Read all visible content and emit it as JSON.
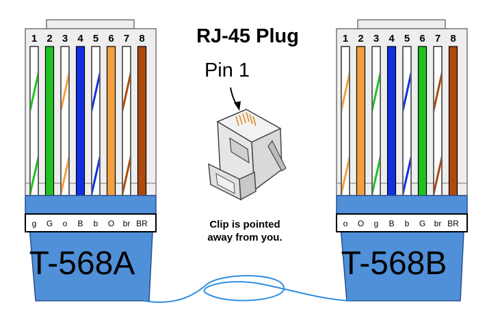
{
  "title": "RJ-45 Plug",
  "pin_label": "Pin 1",
  "note": {
    "line1": "Clip is pointed",
    "line2": "away from you."
  },
  "pin_numbers": [
    "1",
    "2",
    "3",
    "4",
    "5",
    "6",
    "7",
    "8"
  ],
  "colors": {
    "green": "#22c022",
    "orange": "#f5a040",
    "blue": "#1030e0",
    "brown": "#b04a0c",
    "white": "#ffffff",
    "boot_blue": "#4f90d8",
    "plug_body": "#eeeeee",
    "cable_blue": "#2e8ee0"
  },
  "connectors": [
    {
      "standard": "T-568A",
      "wires": [
        {
          "color": "green",
          "striped": true,
          "code": "g"
        },
        {
          "color": "green",
          "striped": false,
          "code": "G"
        },
        {
          "color": "orange",
          "striped": true,
          "code": "o"
        },
        {
          "color": "blue",
          "striped": false,
          "code": "B"
        },
        {
          "color": "blue",
          "striped": true,
          "code": "b"
        },
        {
          "color": "orange",
          "striped": false,
          "code": "O"
        },
        {
          "color": "brown",
          "striped": true,
          "code": "br"
        },
        {
          "color": "brown",
          "striped": false,
          "code": "BR"
        }
      ]
    },
    {
      "standard": "T-568B",
      "wires": [
        {
          "color": "orange",
          "striped": true,
          "code": "o"
        },
        {
          "color": "orange",
          "striped": false,
          "code": "O"
        },
        {
          "color": "green",
          "striped": true,
          "code": "g"
        },
        {
          "color": "blue",
          "striped": false,
          "code": "B"
        },
        {
          "color": "blue",
          "striped": true,
          "code": "b"
        },
        {
          "color": "green",
          "striped": false,
          "code": "G"
        },
        {
          "color": "brown",
          "striped": true,
          "code": "br"
        },
        {
          "color": "brown",
          "striped": false,
          "code": "BR"
        }
      ]
    }
  ]
}
